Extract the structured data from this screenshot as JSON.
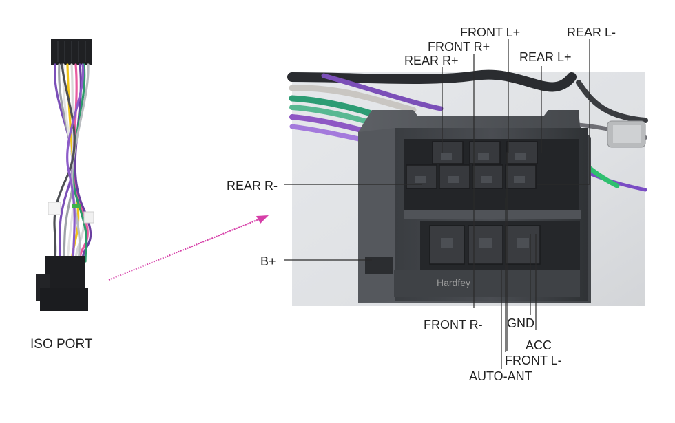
{
  "harness_caption": "ISO PORT",
  "watermark": "Hardfey",
  "arrow_color": "#d63fa8",
  "pin_labels": {
    "front_l_plus": "FRONT L+",
    "rear_l_minus": "REAR L-",
    "front_r_plus": "FRONT R+",
    "rear_r_plus": "REAR R+",
    "rear_l_plus": "REAR L+",
    "rear_r_minus": "REAR R-",
    "b_plus": "B+",
    "front_r_minus": "FRONT R-",
    "gnd": "GND",
    "acc": "ACC",
    "front_l_minus": "FRONT L-",
    "auto_ant": "AUTO-ANT"
  }
}
